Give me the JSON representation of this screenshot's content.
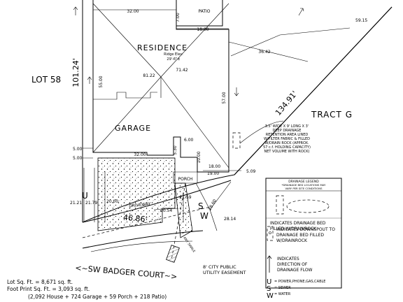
{
  "title": "Site plan",
  "labels": {
    "residence": "RESIDENCE",
    "ridge_elev": "Ridge Elev.",
    "ridge_val": "29'-6\"±",
    "garage": "GARAGE",
    "patio": "PATIO",
    "porch": "PORCH",
    "driveway": "DRIVEWAY",
    "lot58": "LOT 58",
    "tract": "TRACT G",
    "street": "<~SW BADGER COURT~>",
    "utility": [
      "8' CITY PUBLIC",
      "UTILITY EASEMENT"
    ],
    "swale_note": "ANY SWALE",
    "drainage_note": [
      "3.5' WIDE X 9' LONG X 3'",
      "DEEP DRAINAGE",
      "RETENTION AREA LINED",
      "W/FILTER FABRIC & FILLED",
      "W/DRAIN ROCK (APPROX.",
      "57 c.f. HOLDING CAPACITY)",
      "NET VOLUME WITH ROCK)"
    ]
  },
  "dimensions": {
    "d3200_top": "32.00",
    "d700": "7.00",
    "d1800": "18.00",
    "d5915": "59.15",
    "d3642": "36.42",
    "lot_depth": "101.24'",
    "d8122": "81.22",
    "d7142": "71.42",
    "d5500": "55.00",
    "d5700": "57.00",
    "lot_side": "134.91'",
    "d500a": "5.00",
    "d500b": "5.00",
    "d3200_bot": "32.00",
    "d600": "6.00",
    "d530": "5.30",
    "d1000": "10.00",
    "d1800b": "18.00",
    "d1900": "19.00",
    "d509": "5.09",
    "d2121": "21.21",
    "d2179": "21.79",
    "d2000": "20.00",
    "d2054": "20.54",
    "d2159": "21.59",
    "d2860": "28.60",
    "d2814": "28.14",
    "frontage": "46.86'"
  },
  "legend": {
    "title": "DRAINAGE LEGEND",
    "subtitle": [
      "*DRAINAGE BED LOCATIONS MAY",
      "VARY PER SITE CONDITIONS"
    ],
    "item1": [
      "INDICATES DRAINAGE BED",
      "FILLED W/DRAINROCK"
    ],
    "item2": [
      "INDICATES DOWNSPOUT TO",
      "DRAINAGE BED FILLED",
      "W/DRAINROCK"
    ],
    "item3": [
      "INDICATES",
      "DIRECTION OF",
      "DRAINAGE FLOW"
    ]
  },
  "utilities": {
    "u": "U",
    "s": "S",
    "w": "W",
    "u_text": "= POWER,PHONE,GAS,CABLE",
    "s_text": "= SEWER",
    "w_text": "= WATER"
  },
  "stats": [
    "Lot Sq. Ft. = 8,671 sq. ft.",
    "Foot Print Sq. Ft. = 3,093 sq. ft.",
    "(2,092 House + 724 Garage + 59 Porch + 218 Patio)"
  ]
}
